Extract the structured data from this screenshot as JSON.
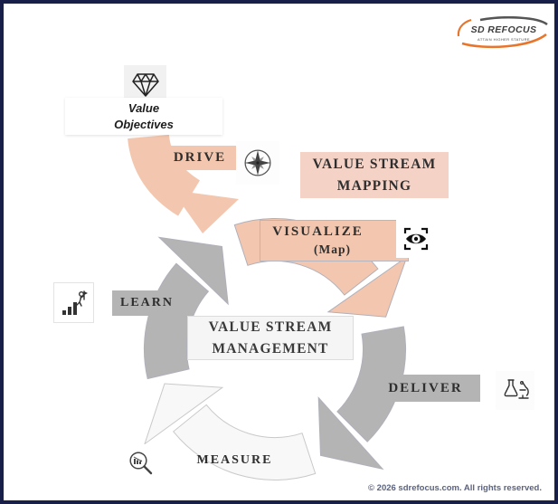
{
  "window": {
    "bg": "#ffffff",
    "border_color": "#18204a"
  },
  "logo": {
    "brand": "SD REFOCUS",
    "tagline": "ATTAIN HIGHER STATURE",
    "swoosh_orange": "#e8752a",
    "swoosh_gray": "#555555",
    "text_color": "#3d3d3d"
  },
  "header_box": {
    "line1": "VALUE STREAM",
    "line2": "MAPPING",
    "bg": "#f5d2c6"
  },
  "value_objectives": {
    "line1": "Value",
    "line2": "Objectives"
  },
  "drive": {
    "label": "DRIVE"
  },
  "cycle": {
    "center_box": {
      "line1": "VALUE STREAM",
      "line2": "MANAGEMENT",
      "bg": "#f5f5f5"
    },
    "colors": {
      "salmon": "#f3c7af",
      "gray": "#b4b4b4",
      "light": "#f8f8f8",
      "outline": "#b0b0ba",
      "outline_light": "#c9c9c9"
    },
    "steps": [
      {
        "id": "visualize",
        "label": "VISUALIZE",
        "sublabel": "(Map)"
      },
      {
        "id": "deliver",
        "label": "DELIVER"
      },
      {
        "id": "measure",
        "label": "MEASURE"
      },
      {
        "id": "learn",
        "label": "LEARN"
      }
    ]
  },
  "icons": {
    "diamond": "diamond-gem-icon",
    "compass": "compass-rose-icon",
    "eye": "eye-focus-icon",
    "growth": "growth-stairs-person-icon",
    "lab": "flask-microscope-icon",
    "magnifier": "magnifier-bar-chart-icon"
  },
  "footer": {
    "copyright": "© 2026 sdrefocus.com. All rights reserved.",
    "color": "#5a6280"
  }
}
